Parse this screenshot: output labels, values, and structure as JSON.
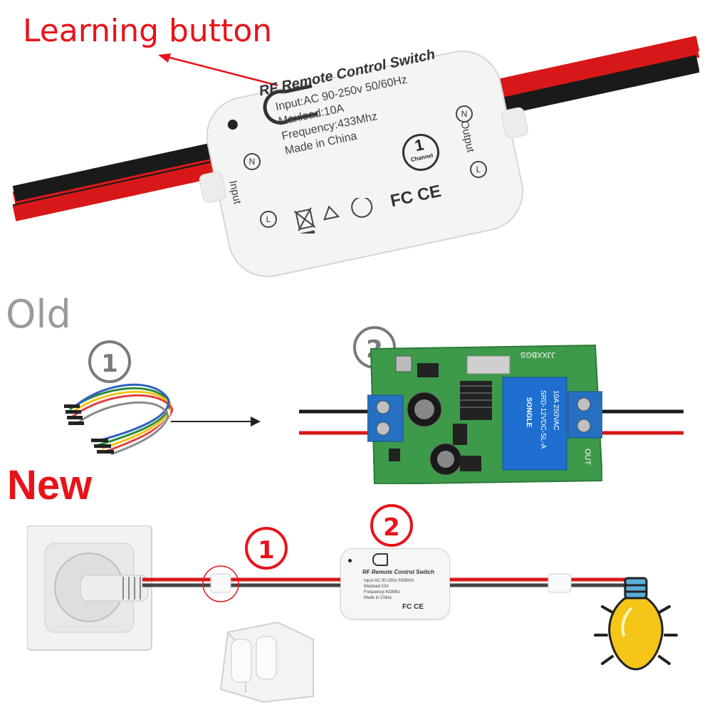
{
  "header": {
    "learning_label": "Learning button"
  },
  "device": {
    "title": "RF Remote Control Switch",
    "spec_input": "Input:AC 90-250v 50/60Hz",
    "spec_maxload": "Maxload:10A",
    "spec_frequency": "Frequency:433Mhz",
    "spec_origin": "Made in China",
    "channel_num": "1",
    "channel_word": "Channel",
    "input_label": "Input",
    "output_label": "Output",
    "n_label": "N",
    "l_label": "L",
    "cert_label": "FC CE"
  },
  "sections": {
    "old_label": "Old",
    "new_label": "New"
  },
  "steps": {
    "old_1": "1",
    "old_2": "2",
    "new_1": "1",
    "new_2": "2"
  },
  "relay": {
    "relay_line1": "10A 250VAC",
    "relay_line2": "SRD-12VDC-SL-A",
    "brand": "SONGLE",
    "out_label": "OUT",
    "board_code": "JJXXBGS"
  },
  "colors": {
    "accent_red": "#e8131a",
    "label_grey": "#9a9a9a",
    "pcb_green": "#3d9a4a",
    "wire_red": "#d81818",
    "wire_black": "#1a1a1a",
    "bulb_yellow": "#f5c518"
  }
}
